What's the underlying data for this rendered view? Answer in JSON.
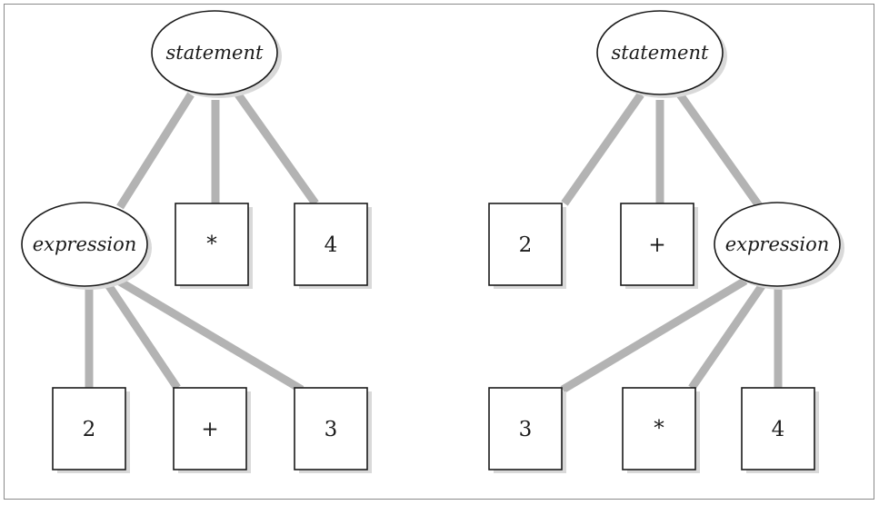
{
  "trees": [
    {
      "root": "statement",
      "children": [
        {
          "label": "expression",
          "kind": "nonterminal",
          "children": [
            {
              "label": "2",
              "kind": "terminal"
            },
            {
              "label": "+",
              "kind": "terminal"
            },
            {
              "label": "3",
              "kind": "terminal"
            }
          ]
        },
        {
          "label": "*",
          "kind": "terminal"
        },
        {
          "label": "4",
          "kind": "terminal"
        }
      ]
    },
    {
      "root": "statement",
      "children": [
        {
          "label": "2",
          "kind": "terminal"
        },
        {
          "label": "+",
          "kind": "terminal"
        },
        {
          "label": "expression",
          "kind": "nonterminal",
          "children": [
            {
              "label": "3",
              "kind": "terminal"
            },
            {
              "label": "*",
              "kind": "terminal"
            },
            {
              "label": "4",
              "kind": "terminal"
            }
          ]
        }
      ]
    }
  ],
  "colors": {
    "edge": "#b3b3b3",
    "stroke": "#1a1a1a",
    "shadow": "#d9d9d9"
  }
}
